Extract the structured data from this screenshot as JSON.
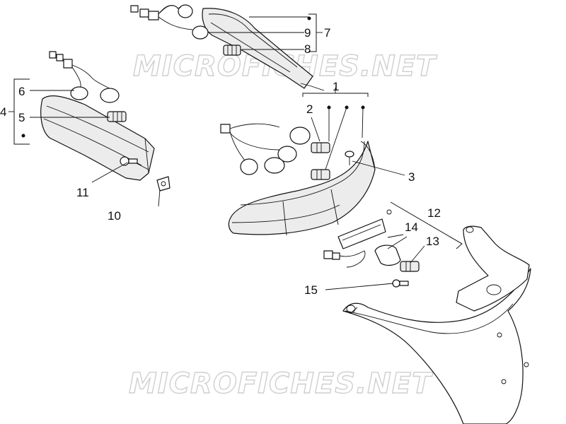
{
  "watermarks": [
    {
      "text": "MICROFICHES.NET"
    },
    {
      "text": "MICROFICHES.NET"
    }
  ],
  "callouts": [
    {
      "label": "1"
    },
    {
      "label": "2"
    },
    {
      "label": "3"
    },
    {
      "label": "4"
    },
    {
      "label": "5"
    },
    {
      "label": "6"
    },
    {
      "label": "7"
    },
    {
      "label": "8"
    },
    {
      "label": "9"
    },
    {
      "label": "10"
    },
    {
      "label": "11"
    },
    {
      "label": "12"
    },
    {
      "label": "13"
    },
    {
      "label": "14"
    },
    {
      "label": "15"
    }
  ]
}
